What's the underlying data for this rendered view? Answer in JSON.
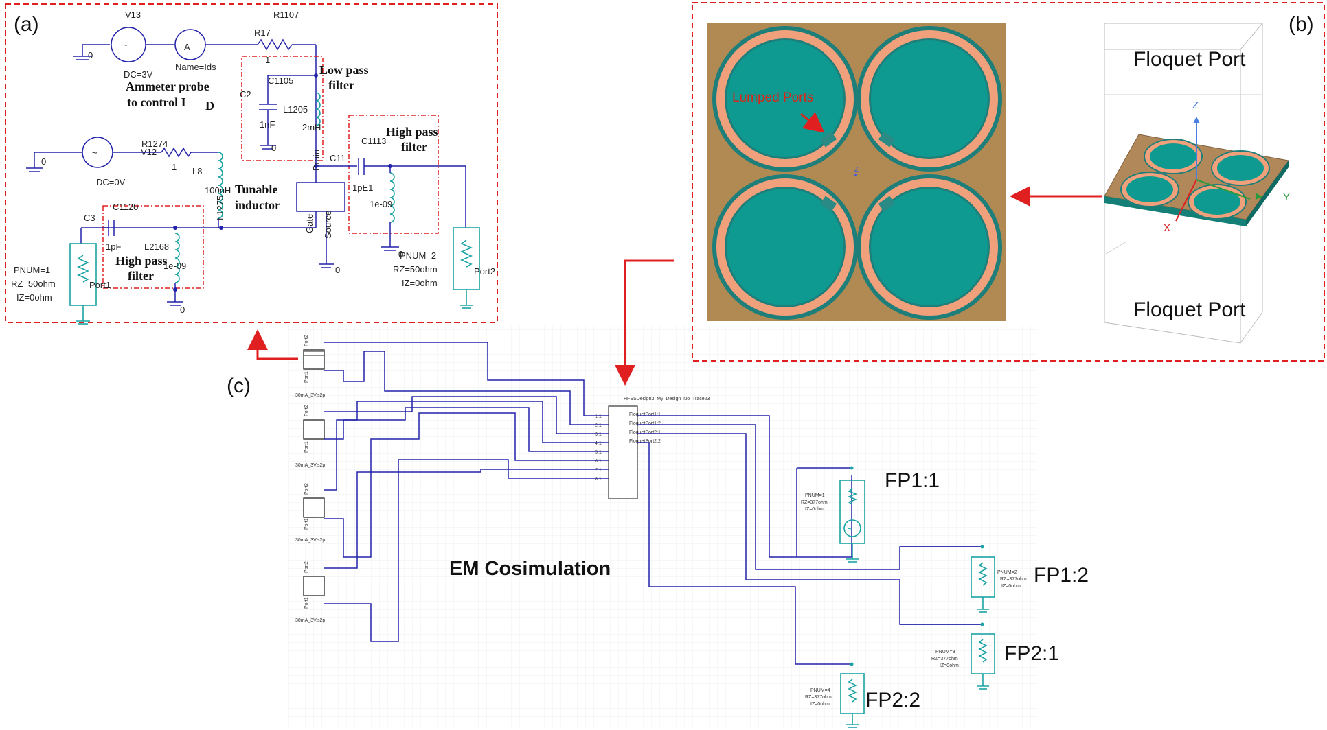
{
  "panel_labels": {
    "a": "(a)",
    "b": "(b)",
    "c": "(c)"
  },
  "panel_a": {
    "labels": {
      "v13": "V13",
      "r1107": "R1107",
      "r17": "R17",
      "one_top": "1",
      "ammeter_symbol": "A",
      "name_ids": "Name=Ids",
      "dc3v": "DC=3V",
      "ammeter_probe_1": "Ammeter probe",
      "ammeter_probe_2": "to control I",
      "ammeter_probe_sub": "D",
      "low_pass_1": "Low pass",
      "low_pass_2": "filter",
      "c1105": "C1105",
      "c2": "C2",
      "l1205": "L1205",
      "nf1": "1nF",
      "mh2": "2mH",
      "r1274": "R1274",
      "v12": "V12",
      "one_mid": "1",
      "l8": "L8",
      "dc0v": "DC=0V",
      "nh100": "100nH",
      "l1275": "L1275",
      "tunable_1": "Tunable",
      "tunable_2": "inductor",
      "drain": "Drain",
      "gate": "Gate",
      "source": "Source",
      "c11": "C11",
      "c1113": "C1113",
      "pf_e1": "1pE1",
      "high_pass_1": "High pass",
      "high_pass_2": "filter",
      "e09_right": "1e-09",
      "c1120": "C1120",
      "c3": "C3",
      "pf1": "1pF",
      "l2168": "L2168",
      "e09_left": "1e-09",
      "high_pass_left_1": "High pass",
      "high_pass_left_2": "filter",
      "pnum1": "PNUM=1",
      "rz50_left": "RZ=50ohm",
      "iz0_left": "IZ=0ohm",
      "port1": "Port1",
      "pnum2": "PNUM=2",
      "rz50_right": "RZ=50ohm",
      "iz0_right": "IZ=0ohm",
      "port2": "Port2",
      "zero": "0"
    }
  },
  "panel_b": {
    "lumped_ports": "Lumped Ports",
    "floquet_top": "Floquet Port",
    "floquet_bottom": "Floquet Port",
    "axis_z": "Z",
    "axis_y": "Y",
    "axis_x": "X",
    "center_z": "Z"
  },
  "panel_c": {
    "title": "EM Cosimulation",
    "block_name": "HFSSDesign3_My_Design_No_Trace23",
    "block_pins_left": [
      "1:1",
      "2:1",
      "3:1",
      "4:1",
      "5:1",
      "6:1",
      "7:1",
      "8:1"
    ],
    "block_pins_right": [
      "FloquetPort1:1",
      "FloquetPort1:2",
      "FloquetPort2:1",
      "FloquetPort2:2"
    ],
    "s2p_label": "30mA_3V.s2p",
    "port_top": "Port2",
    "port_bottom": "Port1",
    "fp_labels": [
      "FP1:1",
      "FP1:2",
      "FP2:1",
      "FP2:2"
    ],
    "fp_params": [
      [
        "PNUM=1",
        "RZ=377ohm",
        "IZ=0ohm"
      ],
      [
        "PNUM=2",
        "RZ=377ohm",
        "IZ=0ohm"
      ],
      [
        "PNUM=3",
        "RZ=377ohm",
        "IZ=0ohm"
      ],
      [
        "PNUM=4",
        "RZ=377ohm",
        "IZ=0ohm"
      ]
    ]
  },
  "colors": {
    "dashed_border": "#e02020",
    "arrow": "#e02020",
    "wire": "#2222aa",
    "teal": "#1aa3a3",
    "substrate": "#b08a52",
    "patch": "#0e9a90",
    "ring": "#f0a07a"
  }
}
